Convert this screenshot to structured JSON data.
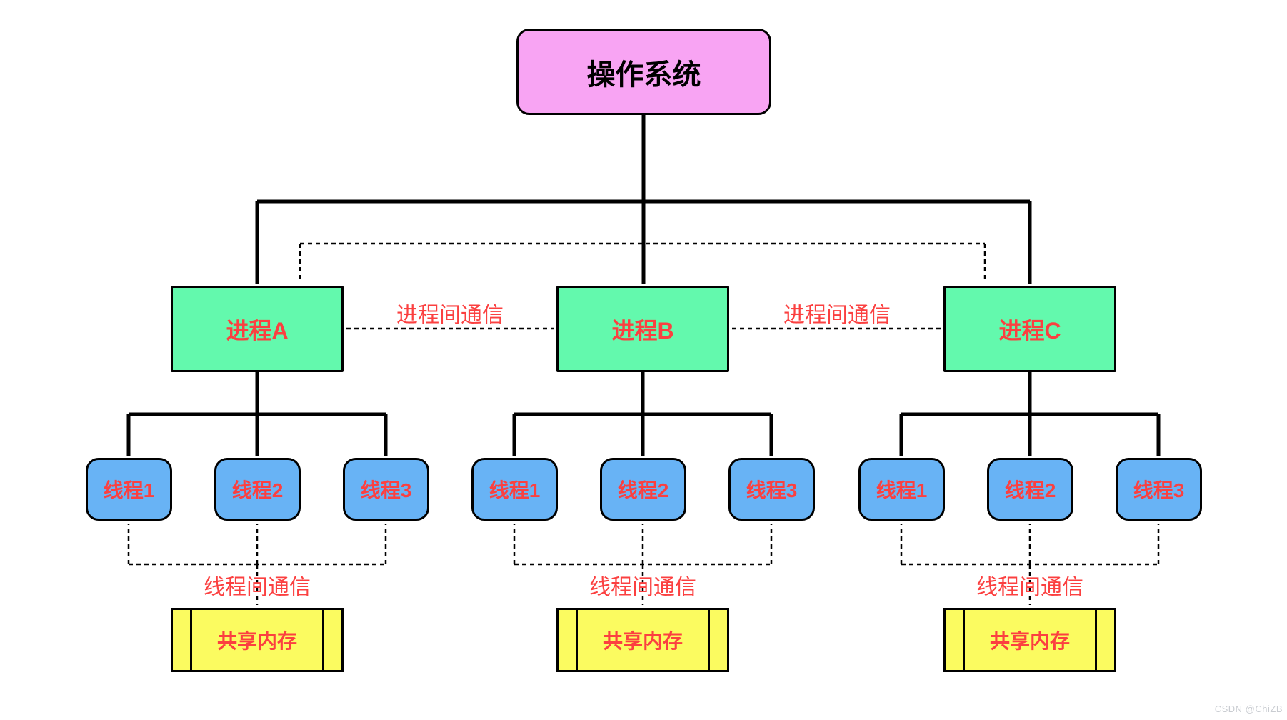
{
  "diagram": {
    "os": {
      "label": "操作系统"
    },
    "groups": [
      {
        "process_label": "进程A",
        "threads": [
          "线程1",
          "线程2",
          "线程3"
        ],
        "thread_comm_label": "线程间通信",
        "shared_memory_label": "共享内存"
      },
      {
        "process_label": "进程B",
        "threads": [
          "线程1",
          "线程2",
          "线程3"
        ],
        "thread_comm_label": "线程间通信",
        "shared_memory_label": "共享内存"
      },
      {
        "process_label": "进程C",
        "threads": [
          "线程1",
          "线程2",
          "线程3"
        ],
        "thread_comm_label": "线程间通信",
        "shared_memory_label": "共享内存"
      }
    ],
    "process_comm_labels": [
      "进程间通信",
      "进程间通信"
    ],
    "colors": {
      "os_fill": "#f8a4f3",
      "process_fill": "#63f9ad",
      "thread_fill": "#68b3f5",
      "shared_memory_fill": "#fbfb60",
      "label_red": "#fb4040",
      "line_black": "#000000",
      "background": "#ffffff"
    }
  },
  "watermark": {
    "text": "CSDN @ChiZB"
  }
}
